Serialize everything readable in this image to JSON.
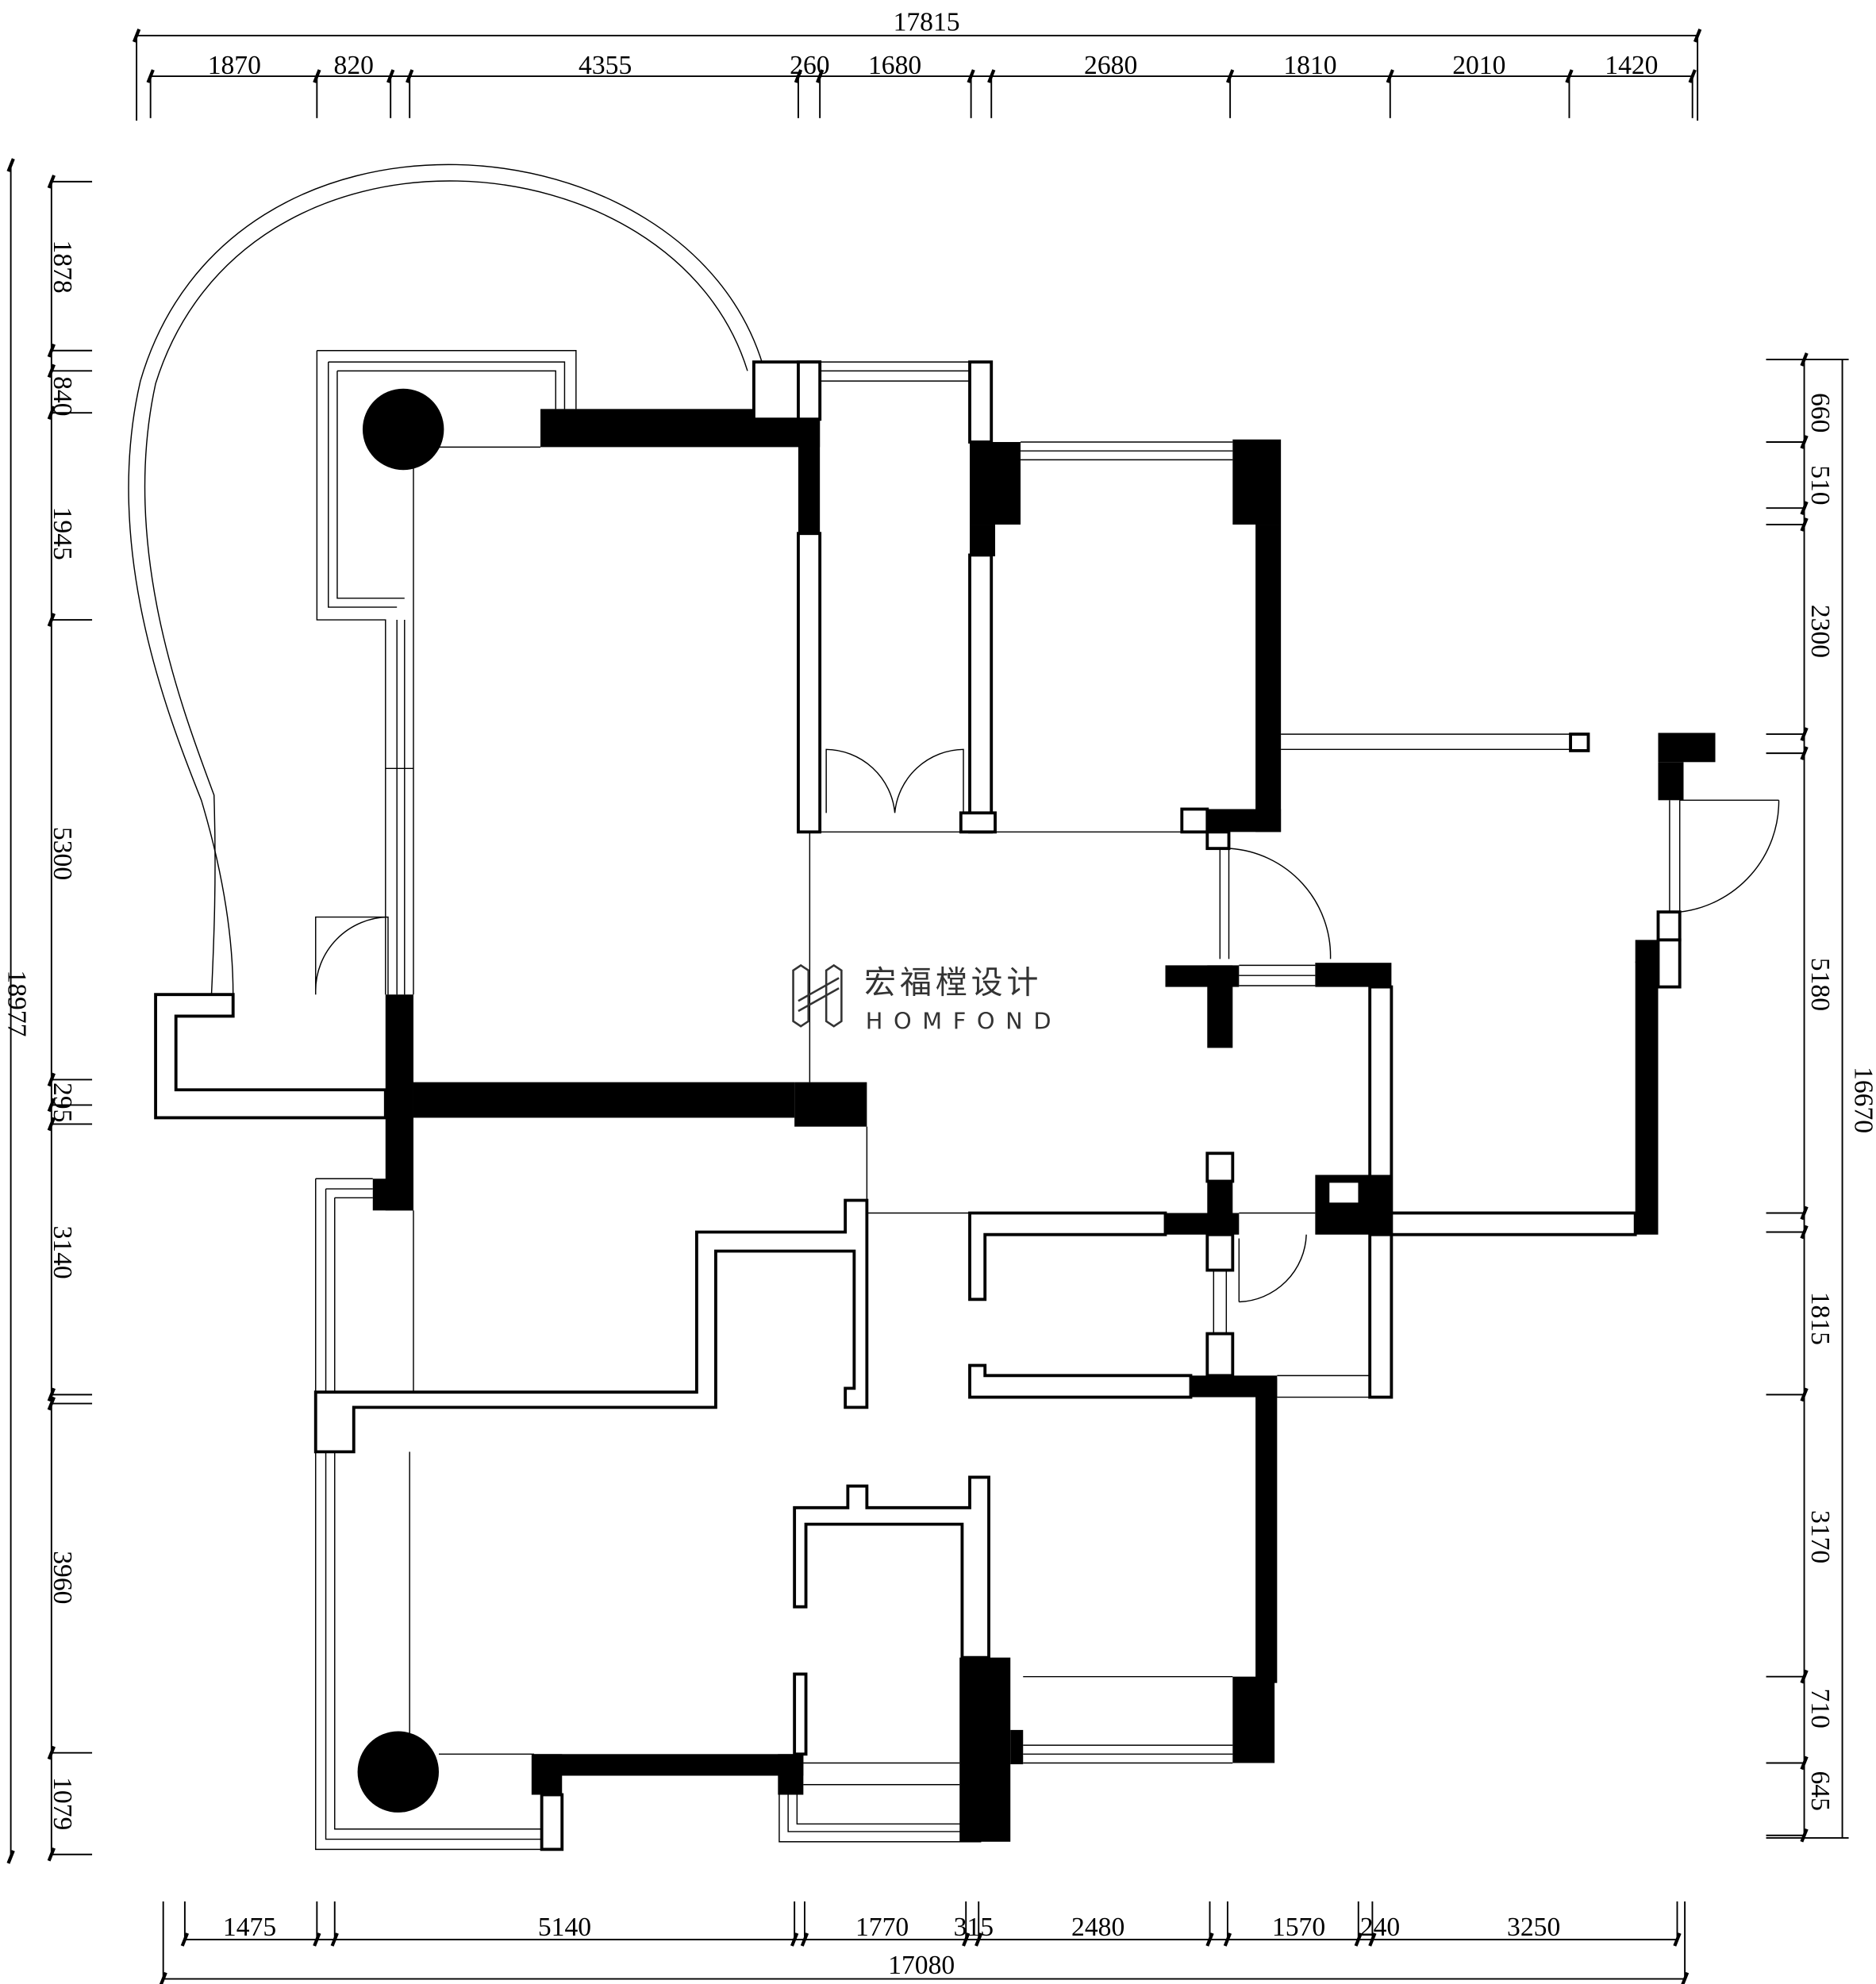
{
  "dimensions": {
    "top": {
      "total": "17815",
      "segments": [
        "1870",
        "820",
        "4355",
        "260",
        "1680",
        "2680",
        "1810",
        "2010",
        "1420"
      ]
    },
    "left": {
      "total": "18977",
      "segments": [
        "1878",
        "840",
        "1945",
        "5300",
        "295",
        "3140",
        "3960",
        "1079"
      ]
    },
    "right": {
      "total": "16670",
      "segments": [
        "660",
        "510",
        "2300",
        "5180",
        "1815",
        "3170",
        "710",
        "645"
      ]
    },
    "bottom": {
      "total": "17080",
      "segments": [
        "1475",
        "5140",
        "1770",
        "315",
        "2480",
        "1570",
        "240",
        "3250"
      ]
    }
  },
  "logo": {
    "cn": "宏福樘设计",
    "en": "HOMFOND"
  },
  "colors": {
    "ink": "#000000",
    "logo": "#333333"
  }
}
